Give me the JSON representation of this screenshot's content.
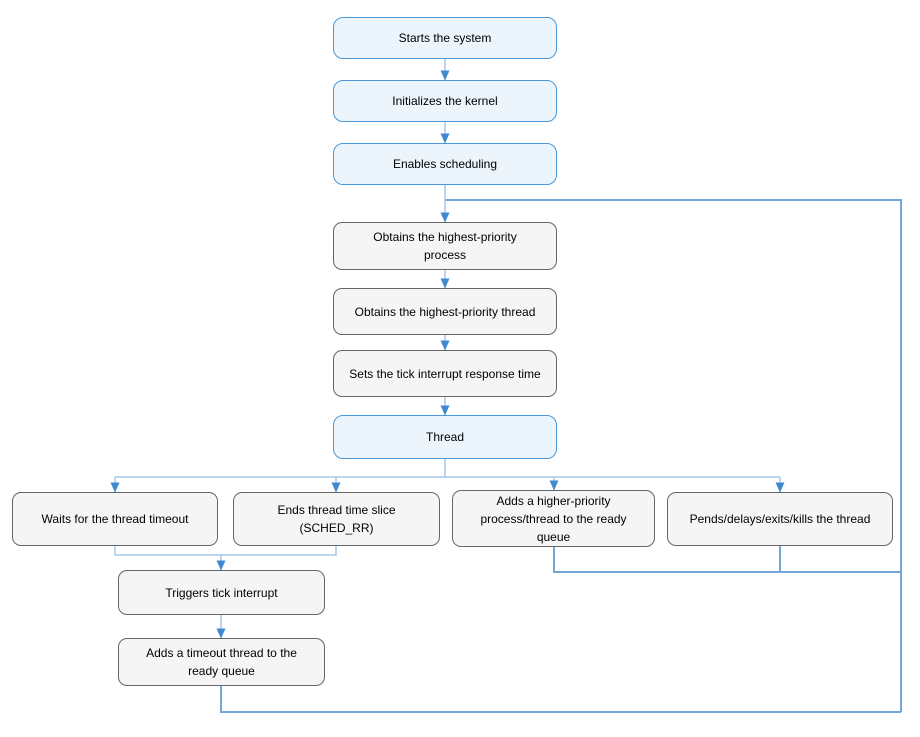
{
  "diagram": {
    "type": "flowchart",
    "nodes": {
      "start": {
        "label": "Starts the system",
        "style": "highlight"
      },
      "init_kernel": {
        "label": "Initializes the kernel",
        "style": "highlight"
      },
      "enable_sched": {
        "label": "Enables scheduling",
        "style": "highlight"
      },
      "highest_process": {
        "label": "Obtains the highest-priority process",
        "style": "normal"
      },
      "highest_thread": {
        "label": "Obtains the highest-priority thread",
        "style": "normal"
      },
      "tick_response": {
        "label": "Sets the tick interrupt response time",
        "style": "normal"
      },
      "thread": {
        "label": "Thread",
        "style": "highlight"
      },
      "waits_timeout": {
        "label": "Waits for the thread timeout",
        "style": "normal"
      },
      "ends_slice": {
        "label": "Ends thread time slice (SCHED_RR)",
        "style": "normal"
      },
      "adds_higher": {
        "label": "Adds a higher-priority process/thread to the ready queue",
        "style": "normal"
      },
      "pends": {
        "label": "Pends/delays/exits/kills the thread",
        "style": "normal"
      },
      "triggers_tick": {
        "label": "Triggers tick interrupt",
        "style": "normal"
      },
      "adds_timeout": {
        "label": "Adds a timeout thread to the ready queue",
        "style": "normal"
      }
    },
    "edges": [
      {
        "from": "start",
        "to": "init_kernel"
      },
      {
        "from": "init_kernel",
        "to": "enable_sched"
      },
      {
        "from": "enable_sched",
        "to": "highest_process"
      },
      {
        "from": "highest_process",
        "to": "highest_thread"
      },
      {
        "from": "highest_thread",
        "to": "tick_response"
      },
      {
        "from": "tick_response",
        "to": "thread"
      },
      {
        "from": "thread",
        "to": "waits_timeout"
      },
      {
        "from": "thread",
        "to": "ends_slice"
      },
      {
        "from": "thread",
        "to": "adds_higher"
      },
      {
        "from": "thread",
        "to": "pends"
      },
      {
        "from": "waits_timeout",
        "to": "triggers_tick"
      },
      {
        "from": "ends_slice",
        "to": "triggers_tick"
      },
      {
        "from": "triggers_tick",
        "to": "adds_timeout"
      },
      {
        "from": "adds_higher",
        "to": "highest_process",
        "loop": true
      },
      {
        "from": "pends",
        "to": "highest_process",
        "loop": true
      },
      {
        "from": "adds_timeout",
        "to": "highest_process",
        "loop": true
      }
    ],
    "colors": {
      "highlight_border": "#4a98d9",
      "highlight_fill": "#ecf5fc",
      "normal_border": "#666666",
      "normal_fill": "#f5f5f5",
      "connector": "#a6c9ea",
      "connector_strong": "#74a7d8",
      "arrowhead": "#4189ce",
      "text": "#000000",
      "background": "#ffffff"
    }
  }
}
